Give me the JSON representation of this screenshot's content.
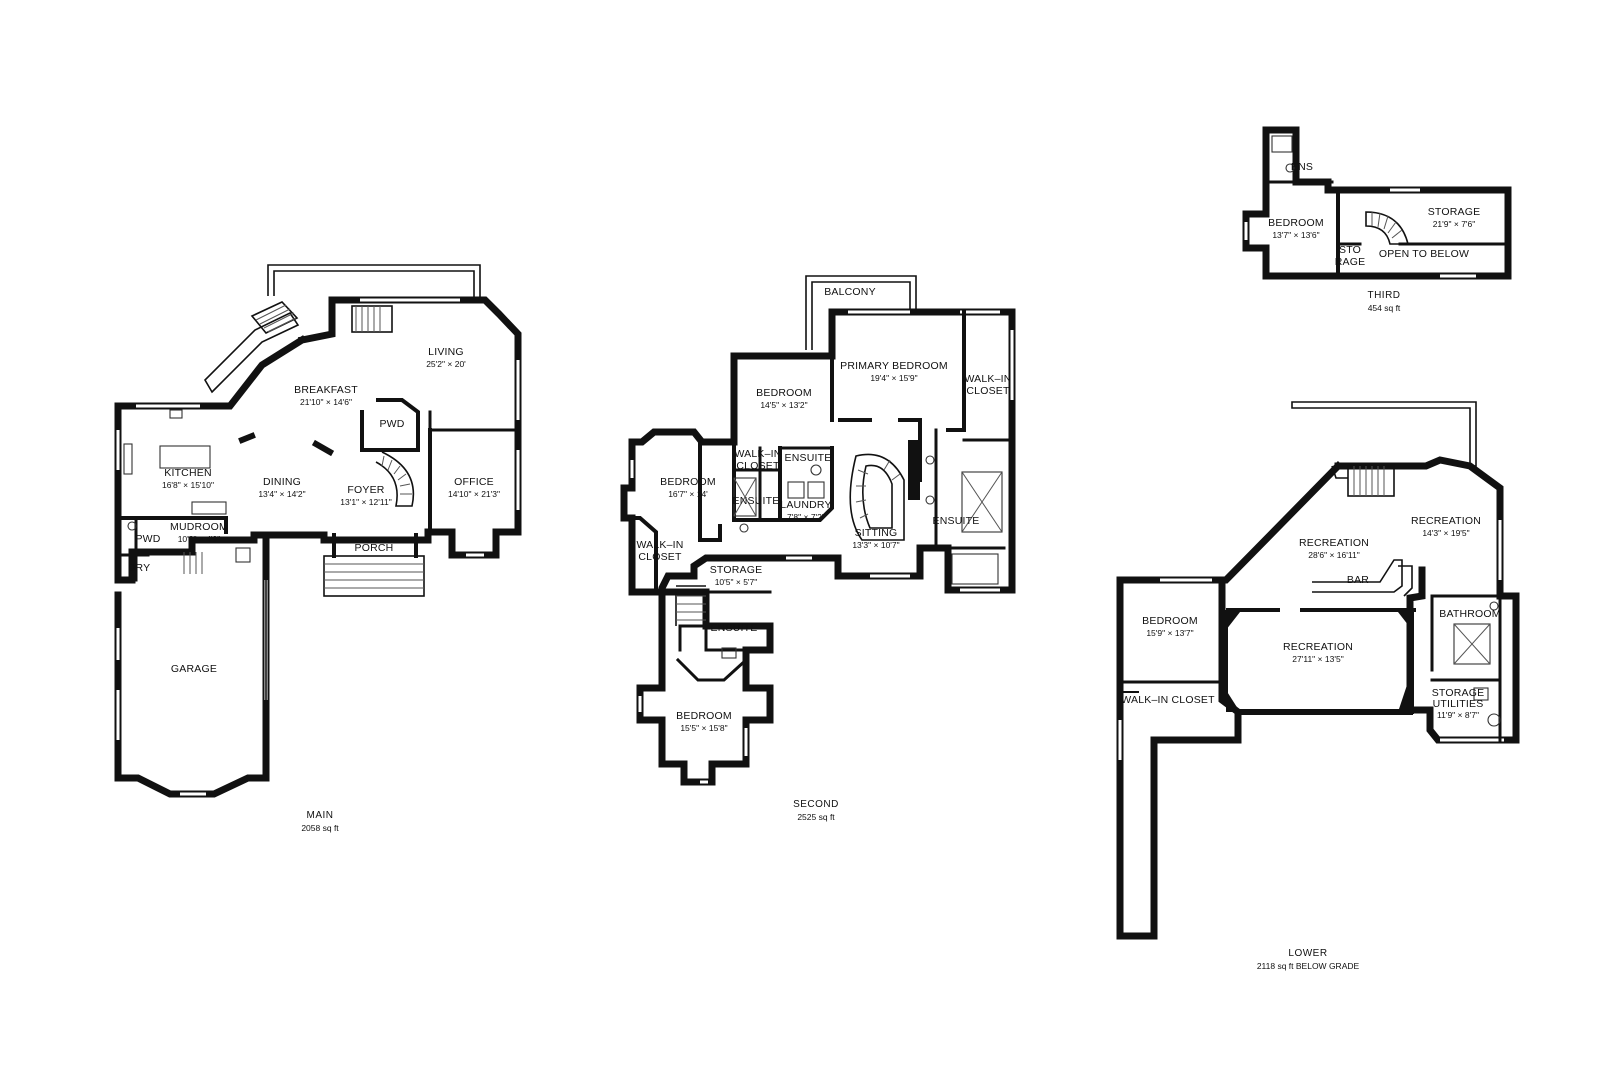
{
  "floors": {
    "main": {
      "name": "MAIN",
      "area": "2058 sq ft",
      "rooms": {
        "living": {
          "name": "LIVING",
          "dim": "25'2\" × 20'"
        },
        "breakfast": {
          "name": "BREAKFAST",
          "dim": "21'10\" × 14'6\""
        },
        "kitchen": {
          "name": "KITCHEN",
          "dim": "16'8\" × 15'10\""
        },
        "dining": {
          "name": "DINING",
          "dim": "13'4\" × 14'2\""
        },
        "foyer": {
          "name": "FOYER",
          "dim": "13'1\" × 12'11\""
        },
        "office": {
          "name": "OFFICE",
          "dim": "14'10\" × 21'3\""
        },
        "pwd_main": {
          "name": "PWD"
        },
        "mudroom": {
          "name": "MUDROOM",
          "dim": "10'3\" × 4'9\""
        },
        "pwd_mud": {
          "name": "PWD"
        },
        "dry": {
          "name": "DRY"
        },
        "porch": {
          "name": "PORCH"
        },
        "garage": {
          "name": "GARAGE"
        }
      }
    },
    "second": {
      "name": "SECOND",
      "area": "2525 sq ft",
      "rooms": {
        "balcony": {
          "name": "BALCONY"
        },
        "primary_bedroom": {
          "name": "PRIMARY BEDROOM",
          "dim": "19'4\" × 15'9\""
        },
        "walkin_primary_1": {
          "name": "WALK–IN"
        },
        "walkin_primary_2": {
          "name": "CLOSET"
        },
        "bedroom_a": {
          "name": "BEDROOM",
          "dim": "14'5\" × 13'2\""
        },
        "walkin_a_1": {
          "name": "WALK–IN"
        },
        "walkin_a_2": {
          "name": "CLOSET"
        },
        "ensuite_a": {
          "name": "ENSUITE"
        },
        "ensuite_b": {
          "name": "ENSUITE"
        },
        "laundry": {
          "name": "LAUNDRY",
          "dim": "7'8\" × 7'2\""
        },
        "bedroom_b": {
          "name": "BEDROOM",
          "dim": "16'7\" × 14'"
        },
        "walkin_b_1": {
          "name": "WALK–IN"
        },
        "walkin_b_2": {
          "name": "CLOSET"
        },
        "sitting": {
          "name": "SITTING",
          "dim": "13'3\" × 10'7\""
        },
        "ensuite_primary": {
          "name": "ENSUITE"
        },
        "storage": {
          "name": "STORAGE",
          "dim": "10'5\" × 5'7\""
        },
        "ensuite_c": {
          "name": "ENSUITE"
        },
        "bedroom_c": {
          "name": "BEDROOM",
          "dim": "15'5\" × 15'8\""
        }
      }
    },
    "third": {
      "name": "THIRD",
      "area": "454 sq ft",
      "rooms": {
        "ens": {
          "name": "ENS"
        },
        "bedroom": {
          "name": "BEDROOM",
          "dim": "13'7\" × 13'6\""
        },
        "storage": {
          "name": "STORAGE",
          "dim": "21'9\" × 7'6\""
        },
        "storage_small_1": {
          "name": "STO"
        },
        "storage_small_2": {
          "name": "RAGE"
        },
        "open_to_below": {
          "name": "OPEN TO BELOW"
        }
      }
    },
    "lower": {
      "name": "LOWER",
      "area": "2118 sq ft BELOW GRADE",
      "rooms": {
        "recreation_right": {
          "name": "RECREATION",
          "dim": "14'3\" × 19'5\""
        },
        "recreation_top": {
          "name": "RECREATION",
          "dim": "28'6\" × 16'11\""
        },
        "bar": {
          "name": "BAR"
        },
        "bedroom": {
          "name": "BEDROOM",
          "dim": "15'9\" × 13'7\""
        },
        "recreation_center": {
          "name": "RECREATION",
          "dim": "27'11\" × 13'5\""
        },
        "bathroom": {
          "name": "BATHROOM"
        },
        "walkin": {
          "name": "WALK–IN CLOSET"
        },
        "storage_utilities_1": {
          "name": "STORAGE"
        },
        "storage_utilities_2": {
          "name": "UTILITIES"
        },
        "storage_utilities_dim": {
          "name": "11'9\" × 8'7\""
        }
      }
    }
  },
  "colors": {
    "wall": "#111111",
    "background": "#ffffff"
  }
}
